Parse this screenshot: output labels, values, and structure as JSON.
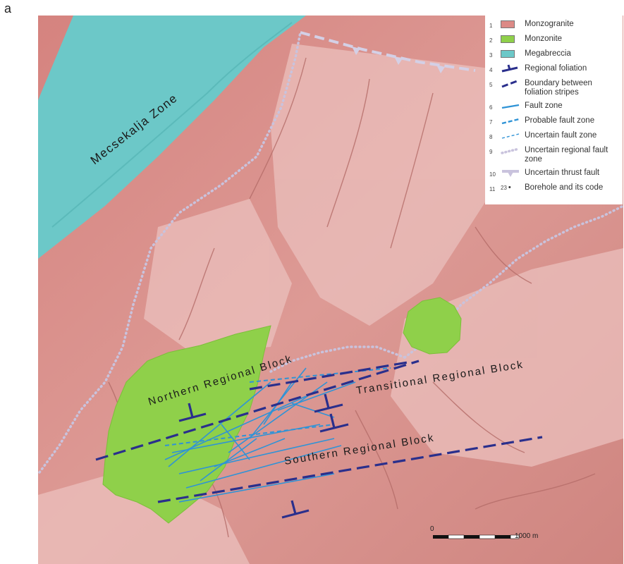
{
  "panel_letter": "a",
  "colors": {
    "monzogranite": "#dc8a86",
    "monzonite": "#8fd04a",
    "megabreccia": "#6cc8c8",
    "foliation": "#2a2f8c",
    "fault": "#2f93d6",
    "regional_fault": "#c9c3dd"
  },
  "labels": {
    "zone": "Mecsekalja Zone",
    "northern_block": "Northern Regional Block",
    "transitional_block": "Transitional Regional Block",
    "southern_block": "Southern Regional Block"
  },
  "scale_bar": {
    "start": "0",
    "end": "1000 m"
  },
  "legend": [
    {
      "num": "1",
      "label": "Monzogranite",
      "symbol": "fill-monzogranite"
    },
    {
      "num": "2",
      "label": "Monzonite",
      "symbol": "fill-monzonite"
    },
    {
      "num": "3",
      "label": "Megabreccia",
      "symbol": "fill-megabreccia"
    },
    {
      "num": "4",
      "label": "Regional foliation",
      "symbol": "foliation-tick"
    },
    {
      "num": "5",
      "label": "Boundary between foliation stripes",
      "symbol": "dash-dark"
    },
    {
      "num": "6",
      "label": "Fault zone",
      "symbol": "line-blue"
    },
    {
      "num": "7",
      "label": "Probable fault zone",
      "symbol": "dash-blue"
    },
    {
      "num": "8",
      "label": "Uncertain fault zone",
      "symbol": "fine-dash-blue"
    },
    {
      "num": "9",
      "label": "Uncertain regional fault zone",
      "symbol": "dotted-lilac"
    },
    {
      "num": "10",
      "label": "Uncertain thrust fault",
      "symbol": "thrust"
    },
    {
      "num": "11",
      "label": "Borehole and its code",
      "symbol": "borehole",
      "code": "23"
    }
  ]
}
